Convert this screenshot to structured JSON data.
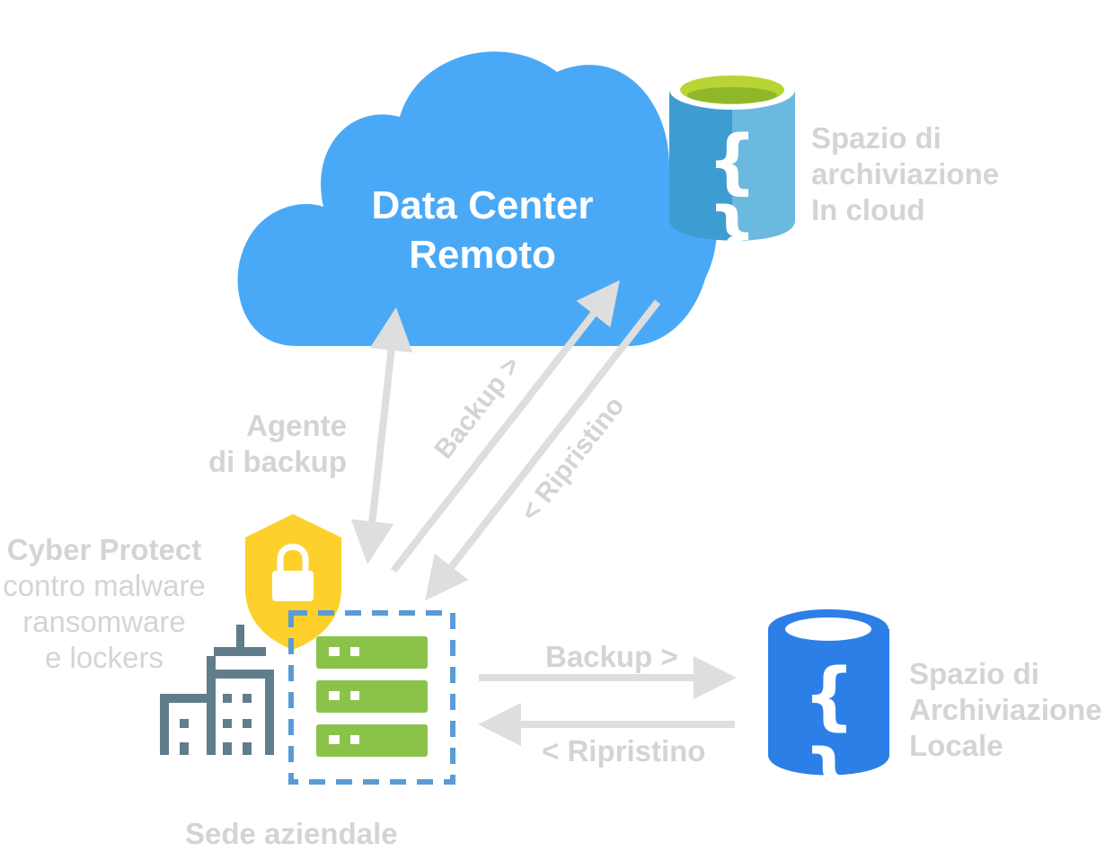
{
  "cloud": {
    "title_line1": "Data Center",
    "title_line2": "Remoto",
    "color": "#4aa9f6"
  },
  "cloud_storage": {
    "label_line1": "Spazio di",
    "label_line2": "archiviazione",
    "label_line3": "In cloud",
    "icon": "{ }"
  },
  "local_storage": {
    "label_line1": "Spazio di",
    "label_line2": "Archiviazione",
    "label_line3": "Locale",
    "icon": "{ }"
  },
  "agent": {
    "label_line1": "Agente",
    "label_line2": "di backup"
  },
  "cyber_protect": {
    "title": "Cyber Protect",
    "line2": "contro malware",
    "line3": "ransomware",
    "line4": "e lockers"
  },
  "flows": {
    "cloud_backup": "Backup >",
    "cloud_restore": "< Ripristino",
    "local_backup": "Backup >",
    "local_restore": "< Ripristino"
  },
  "site": {
    "label": "Sede aziendale"
  },
  "colors": {
    "arrow": "#dedede",
    "label": "#d4d4d4",
    "server": "#8bc34a",
    "building": "#607d8b",
    "shield": "#fdd02b",
    "dashed_box": "#5b9bd5",
    "cloud_db": "#3d9dd0",
    "local_db": "#2d7fe8"
  }
}
